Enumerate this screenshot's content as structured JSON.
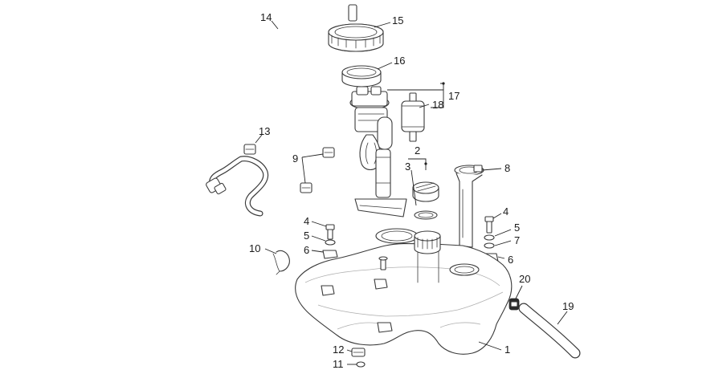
{
  "callouts": {
    "c1": "1",
    "c2": "2",
    "c3": "3",
    "c4a": "4",
    "c4b": "4",
    "c5a": "5",
    "c5b": "5",
    "c6a": "6",
    "c6b": "6",
    "c7": "7",
    "c8": "8",
    "c9": "9",
    "c10": "10",
    "c11": "11",
    "c12": "12",
    "c13": "13",
    "c14": "14",
    "c15": "15",
    "c16": "16",
    "c17": "17",
    "c18": "18",
    "c19": "19",
    "c20": "20"
  },
  "colors": {
    "line": "#3a3a3a",
    "ghost": "#b0b0b0",
    "text": "#1a1a1a",
    "background": "#ffffff"
  }
}
